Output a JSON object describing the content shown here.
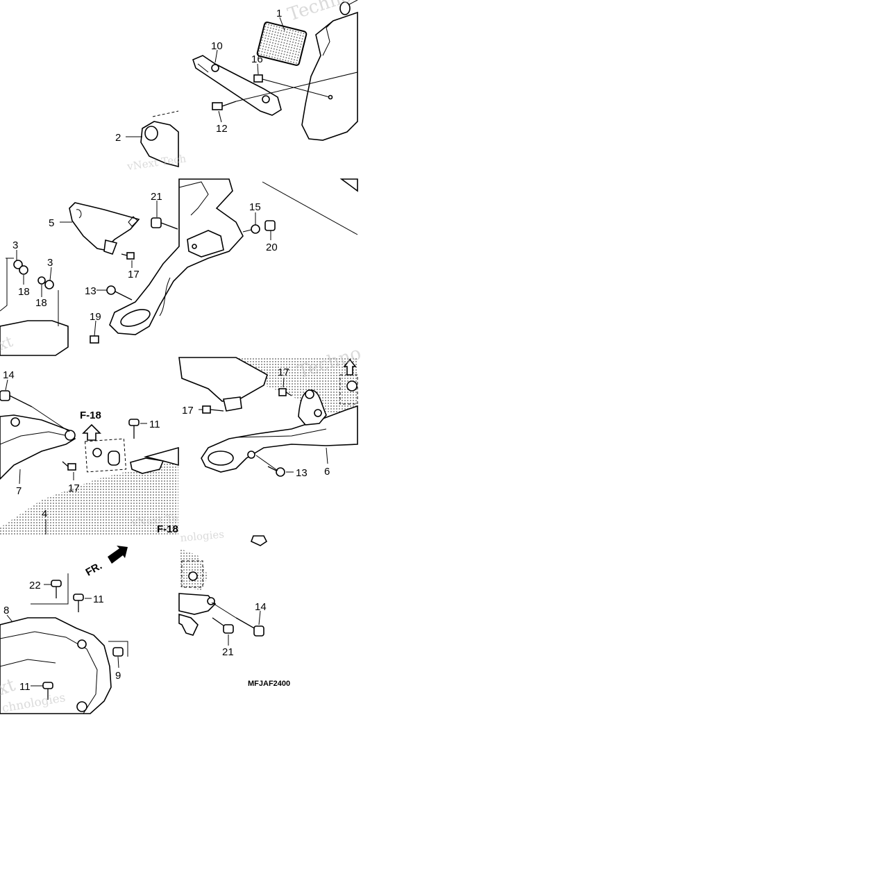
{
  "callouts": {
    "c1": "1",
    "c2": "2",
    "c3a": "3",
    "c3b": "3",
    "c4": "4",
    "c5": "5",
    "c6": "6",
    "c7": "7",
    "c8": "8",
    "c9": "9",
    "c10": "10",
    "c11a": "11",
    "c11b": "11",
    "c11c": "11",
    "c12": "12",
    "c13a": "13",
    "c13b": "13",
    "c14a": "14",
    "c14b": "14",
    "c15": "15",
    "c16": "16",
    "c17a": "17",
    "c17b": "17",
    "c17c": "17",
    "c17d": "17",
    "c18a": "18",
    "c18b": "18",
    "c19": "19",
    "c20": "20",
    "c21a": "21",
    "c21b": "21",
    "c22": "22"
  },
  "references": {
    "f18a": "F-18",
    "f18b": "F-18",
    "front": "FR."
  },
  "diagram_code": "MFJAF2400",
  "watermarks": {
    "w1": "Techno",
    "w2": "vNext Tech",
    "w3": "Techno",
    "w4": "vNext Te",
    "w5": "nologies",
    "w6": "xt",
    "w7": "chnologies",
    "w8": "hnologies"
  }
}
